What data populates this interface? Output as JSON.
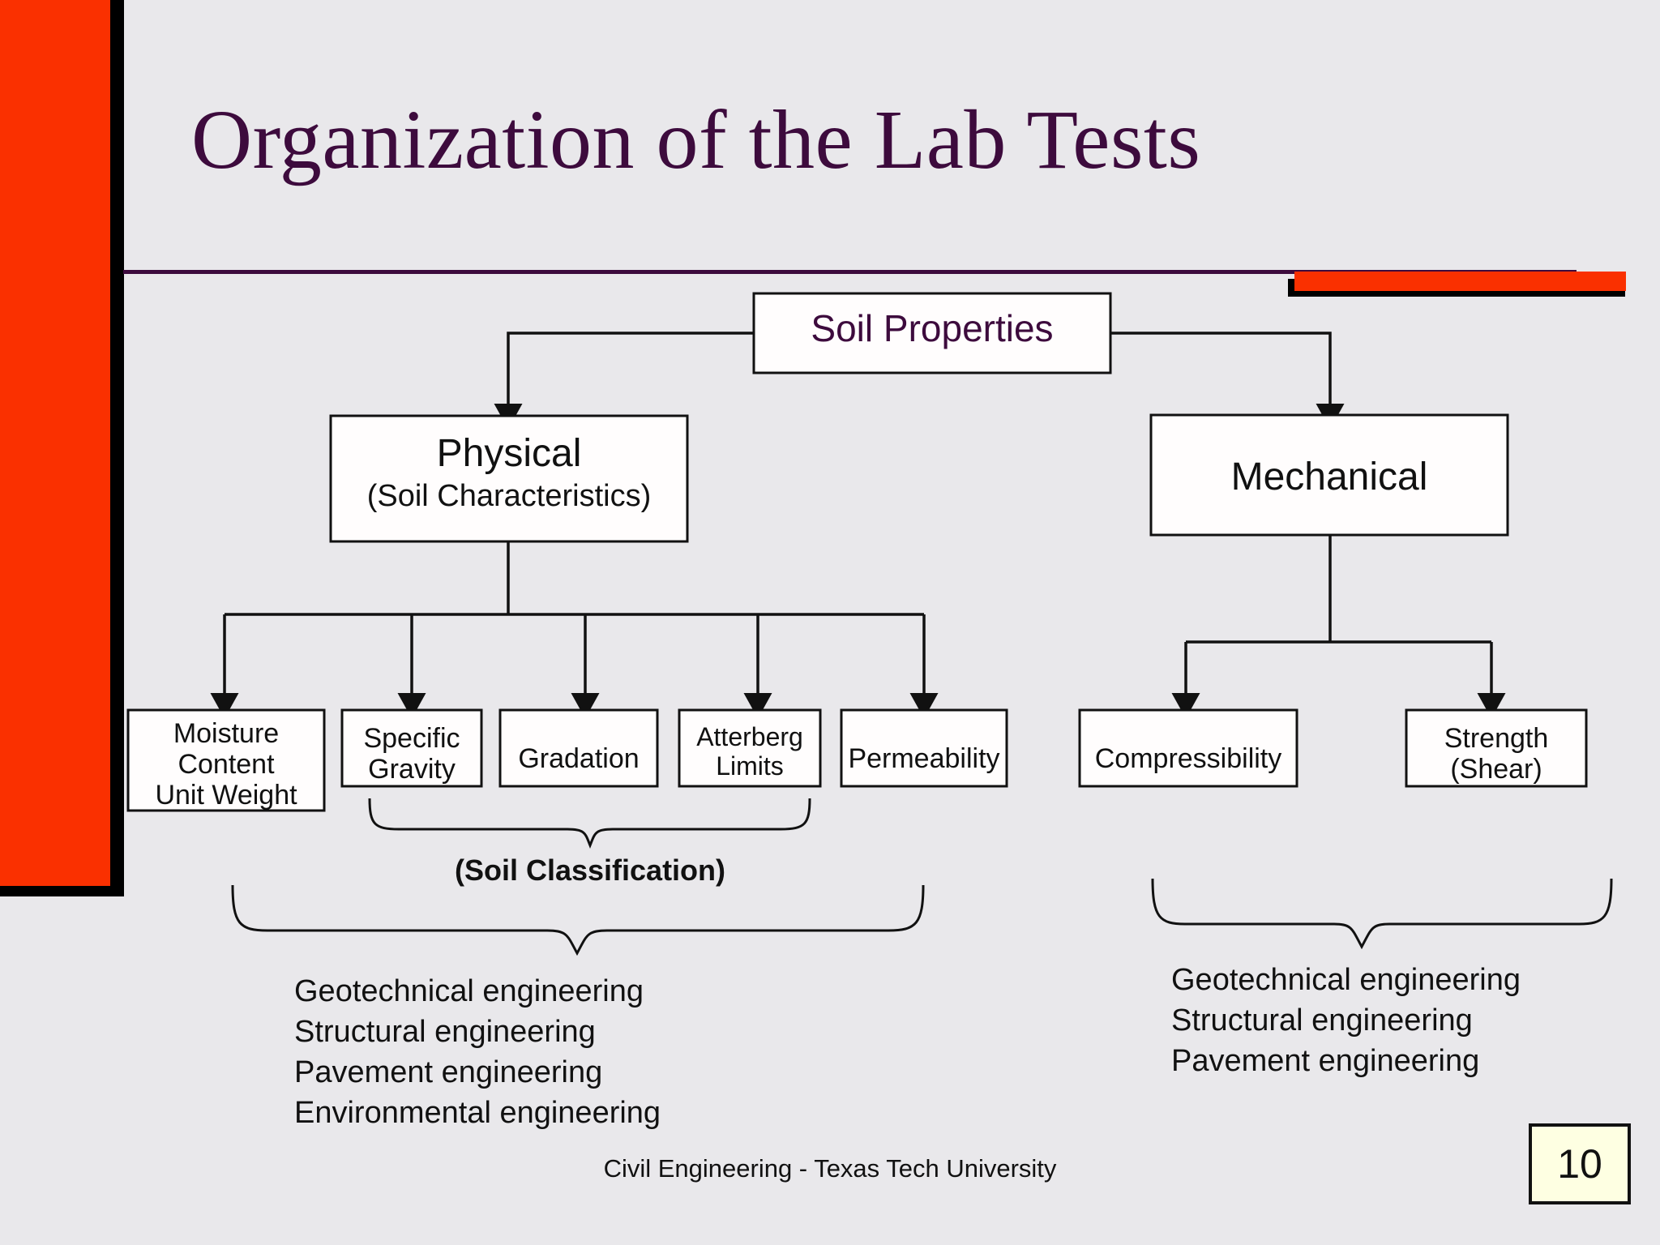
{
  "slide": {
    "title": "Organization of the Lab Tests",
    "footer": "Civil Engineering - Texas Tech University",
    "page_number": "10",
    "background_color": "#e9e8eb",
    "accent_color": "#fa3000",
    "title_color": "#3d0b3d"
  },
  "diagram": {
    "root": {
      "label": "Soil Properties"
    },
    "branches": [
      {
        "label_main": "Physical",
        "label_sub": "(Soil Characteristics)"
      },
      {
        "label_main": "Mechanical",
        "label_sub": ""
      }
    ],
    "physical_tests": [
      {
        "label": "Moisture\nContent\nUnit Weight"
      },
      {
        "label": "Specific\nGravity"
      },
      {
        "label": "Gradation"
      },
      {
        "label": "Atterberg\nLimits"
      },
      {
        "label": "Permeability"
      }
    ],
    "mechanical_tests": [
      {
        "label": "Compressibility"
      },
      {
        "label": "Strength\n(Shear)"
      }
    ],
    "soil_classification_label": "(Soil Classification)",
    "left_group_disciplines": [
      "Geotechnical engineering",
      "Structural engineering",
      "Pavement engineering",
      "Environmental engineering"
    ],
    "right_group_disciplines": [
      "Geotechnical engineering",
      "Structural engineering",
      "Pavement engineering"
    ]
  }
}
